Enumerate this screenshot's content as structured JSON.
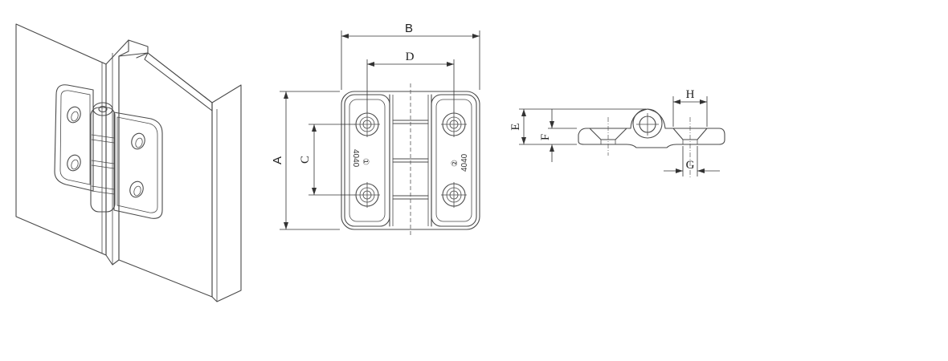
{
  "front_view": {
    "dimensions": {
      "width_label": "B",
      "hole_spacing_label": "D",
      "height_label": "A",
      "vertical_hole_spacing_label": "C"
    },
    "leaf_markings": {
      "left_number": "4040",
      "left_symbol": "①",
      "right_number": "4040",
      "right_symbol": "②"
    }
  },
  "side_view": {
    "dimensions": {
      "overall_height_label": "E",
      "plate_thickness_label": "F",
      "counterbore_label": "H",
      "hole_label": "G"
    }
  }
}
